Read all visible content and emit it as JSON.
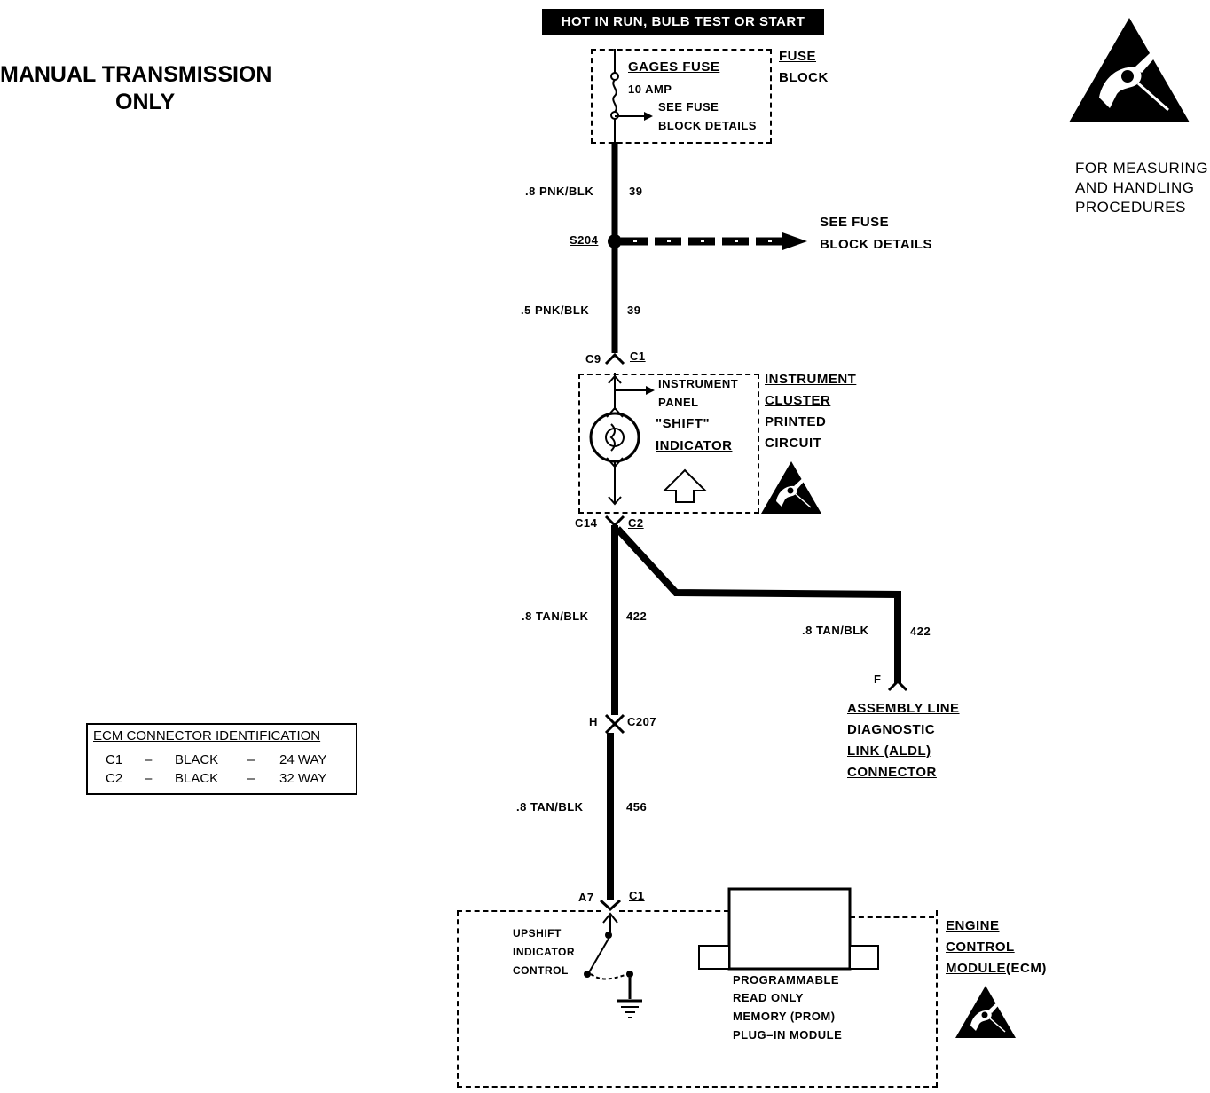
{
  "title": [
    "MANUAL TRANSMISSION",
    "ONLY"
  ],
  "banner": "HOT IN RUN, BULB TEST OR START",
  "fuse": {
    "name": "GAGES FUSE",
    "rating": "10 AMP",
    "see_details": [
      "SEE FUSE",
      "BLOCK DETAILS"
    ],
    "block_label": [
      "FUSE",
      "BLOCK"
    ]
  },
  "esd_note": [
    "FOR MEASURING",
    "AND HANDLING",
    "PROCEDURES"
  ],
  "wires": [
    {
      "gauge_color": ".8 PNK/BLK",
      "circuit": "39"
    },
    {
      "gauge_color": ".5  PNK/BLK",
      "circuit": "39"
    },
    {
      "gauge_color": ".8 TAN/BLK",
      "circuit": "422"
    },
    {
      "gauge_color": ".8 TAN/BLK",
      "circuit": "422"
    },
    {
      "gauge_color": ".8 TAN/BLK",
      "circuit": "456"
    }
  ],
  "splice": {
    "name": "S204",
    "see_details": [
      "SEE FUSE",
      "BLOCK DETAILS"
    ]
  },
  "connectors": {
    "c9": "C9",
    "c1_top": "C1",
    "c14": "C14",
    "c2": "C2",
    "h": "H",
    "c207": "C207",
    "a7": "A7",
    "c1_bottom": "C1",
    "f": "F"
  },
  "cluster": {
    "internal": [
      "INSTRUMENT",
      "PANEL"
    ],
    "shift": [
      "\"SHIFT\"",
      "INDICATOR"
    ],
    "label": [
      "INSTRUMENT",
      "CLUSTER",
      "PRINTED",
      "CIRCUIT"
    ]
  },
  "aldl": [
    "ASSEMBLY LINE",
    "DIAGNOSTIC",
    "LINK (ALDL)",
    "CONNECTOR"
  ],
  "ecm_table": {
    "title": "ECM CONNECTOR IDENTIFICATION",
    "rows": [
      {
        "pin": "C1",
        "sep": "–",
        "color": "BLACK",
        "sep2": "–",
        "ways": "24 WAY"
      },
      {
        "pin": "C2",
        "sep": "–",
        "color": "BLACK",
        "sep2": "–",
        "ways": "32 WAY"
      }
    ]
  },
  "ecm": {
    "control": [
      "UPSHIFT",
      "INDICATOR",
      "CONTROL"
    ],
    "prom": [
      "PROGRAMMABLE",
      "READ ONLY",
      "MEMORY (PROM)",
      "PLUG–IN MODULE"
    ],
    "label_lines": [
      "ENGINE",
      "CONTROL"
    ],
    "label_module": "MODULE",
    "label_suffix": "(ECM)"
  },
  "icons": [
    "esd-warning-icon",
    "upshift-arrow-icon",
    "bulb-icon",
    "ground-icon"
  ]
}
